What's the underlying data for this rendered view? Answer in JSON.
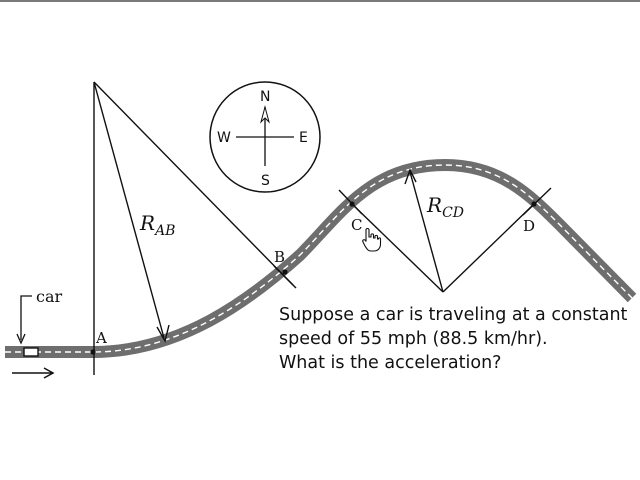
{
  "labels": {
    "car": "car",
    "point_a": "A",
    "point_b": "B",
    "point_c": "C",
    "point_d": "D",
    "radius_ab_main": "R",
    "radius_ab_sub": "AB",
    "radius_cd_main": "R",
    "radius_cd_sub": "CD"
  },
  "compass": {
    "north": "N",
    "south": "S",
    "east": "E",
    "west": "W"
  },
  "question": {
    "line1": "Suppose a car is traveling at a constant",
    "line2": "speed of 55 mph (88.5 km/hr).",
    "line3": "What is the acceleration?"
  },
  "icons": {
    "cursor": "hand-pointer-icon",
    "direction": "right-arrow-icon"
  },
  "colors": {
    "road": "#6e6e6e",
    "road_dash": "#ffffff",
    "ink": "#111111"
  }
}
